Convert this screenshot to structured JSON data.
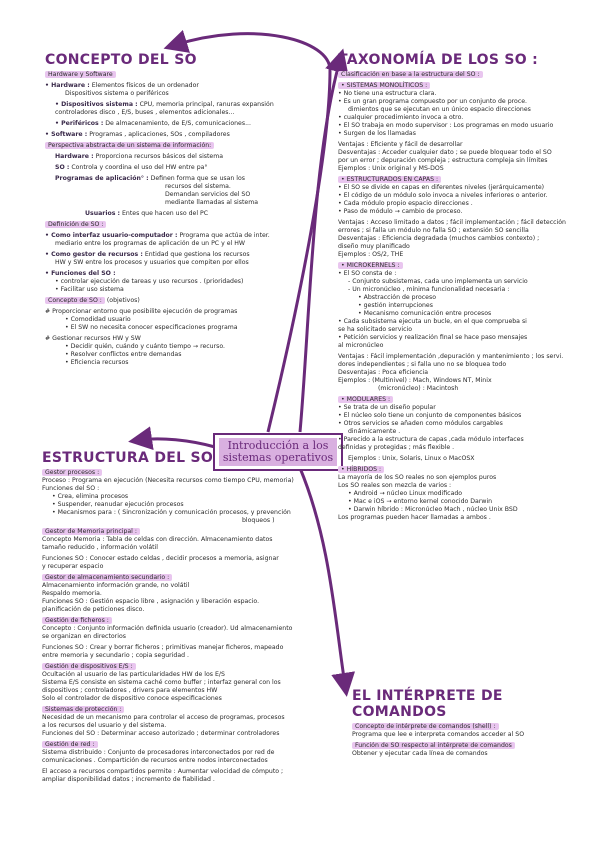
{
  "center": {
    "title_line1": "Introducción a los",
    "title_line2": "sistemas operativos"
  },
  "concepto": {
    "title": "CONCEPTO DEL SO",
    "hw_sw": "Hardware y Software",
    "hardware_label": "• Hardware :",
    "hardware_line1": "Elementos físicos de un ordenador",
    "hardware_line2": "Dispositivos sistema o periféricos",
    "disp_label": "• Dispositivos sistema :",
    "disp_line1": "CPU, memoria principal, ranuras expansión",
    "disp_line2": "controladores disco , E/S, buses , elementos adicionales...",
    "perif_label": "• Periféricos :",
    "perif_text": "De almacenamiento, de E/S, comunicaciones...",
    "software_label": "• Software :",
    "software_text": "Programas , aplicaciones, SOs , compiladores",
    "perspectiva": "Perspectiva abstracta de un sistema de información:",
    "hw_role_label": "Hardware :",
    "hw_role": "Proporciona recursos básicos del sistema",
    "so_role_label": "SO :",
    "so_role": "Controla y coordina el uso del HW entre pa°",
    "prog_label": "Programas de aplicación° :",
    "prog_line1": "Definen forma que se usan los",
    "prog_line2": "recursos del sistema.",
    "prog_line3": "Demandan servicios del SO",
    "prog_line4": "mediante llamadas al sistema",
    "users_label": "Usuarios :",
    "users_text": "Entes que hacen uso del PC",
    "def_title": "Definición de SO :",
    "def1_label": "• Como interfaz usuario-computador :",
    "def1_line1": "Programa que actúa de inter.",
    "def1_line2": "mediario entre los programas de aplicación de un PC y el HW",
    "def2_label": "• Como gestor de recursos :",
    "def2_line1": "Entidad que gestiona los recursos",
    "def2_line2": "HW y SW entre los procesos y usuarios que compiten por ellos",
    "func_label": "• Funciones del SO :",
    "func1": "• controlar ejecución de tareas y uso recursos . (prioridades)",
    "func2": "• Facilitar uso sistema",
    "concepto_label": "Concepto de SO :",
    "concepto_val": "(objetivos)",
    "obj1": "# Proporcionar entorno que posibilite ejecución de programas",
    "obj1a": "• Comodidad usuario",
    "obj1b": "• El SW no necesita conocer especificaciones programa",
    "obj2": "# Gestionar recursos HW y SW",
    "obj2a": "• Decidir quién, cuándo y cuánto tiempo → recurso.",
    "obj2b": "• Resolver conflictos entre demandas",
    "obj2c": "• Eficiencia recursos"
  },
  "estructura": {
    "title": "ESTRUCTURA DEL SO",
    "gp_title": "Gestor procesos :",
    "gp_line1": "Proceso : Programa en ejecución (Necesita recursos como tiempo CPU, memoria)",
    "gp_line2": "Funciones del SO :",
    "gp_f1": "• Crea, elimina procesos",
    "gp_f2": "• Suspender, reanudar ejecución procesos",
    "gp_f3": "• Mecanismos para : ( Sincronización y comunicación procesos, y prevención",
    "gp_f3b": "bloqueos )",
    "gm_title": "Gestor de Memoria principal :",
    "gm_line1": "Concepto Memoria : Tabla de celdas con dirección. Almacenamiento datos",
    "gm_line2": "tamaño reducido , información volátil",
    "gm_line3": "Funciones SO : Conocer estado celdas , decidir procesos a memoria, asignar",
    "gm_line4": "y recuperar espacio",
    "ga_title": "Gestor de almacenamiento secundario :",
    "ga_line1": "Almacenamiento información grande, no volátil",
    "ga_line2": "Respaldo memoria.",
    "ga_line3": "Funciones SO : Gestión espacio libre , asignación y liberación espacio.",
    "ga_line4": "planificación de peticiones disco.",
    "gf_title": "Gestión de ficheros :",
    "gf_line1": "Concepto : Conjunto información definida usuario (creador). Ud almacenamiento",
    "gf_line2": "se organizan en directorios",
    "gf_line3": "Funciones SO : Crear y borrar ficheros ; primitivas manejar ficheros, mapeado",
    "gf_line4": "entre memoria y secundario ; copia seguridad .",
    "gd_title": "Gestión de dispositivos E/S :",
    "gd_line1": "Ocultación al usuario de las particularidades HW de los E/S",
    "gd_line2": "Sistema E/S consiste en sistema caché como buffer ; interfaz general con los",
    "gd_line3": "dispositivos ; controladores , drivers para elementos HW",
    "gd_line4": "Solo el controlador de dispositivo conoce especificaciones",
    "gpr_title": "Sistemas de protección :",
    "gpr_line1": "Necesidad de un mecanismo para controlar el acceso de programas, procesos",
    "gpr_line2": "a los recursos del usuario y del sistema.",
    "gpr_line3": "Funciones del SO : Determinar acceso autorizado ; determinar controladores",
    "gr_title": "Gestión de red :",
    "gr_line1": "Sistema distribuido : Conjunto de procesadores interconectados por red de",
    "gr_line2": "comunicaciones . Compartición de recursos entre nodos interconectados",
    "gr_line3": "El acceso a recursos compartidos permite : Aumentar velocidad de cómputo ;",
    "gr_line4": "ampliar disponibilidad datos ; incremento de fiabilidad ."
  },
  "taxonomia": {
    "title": "TAXONOMÍA DE LOS SO :",
    "clas": "Clasificación en base a la estructura del SO :",
    "mono_title": "• SISTEMAS MONOLÍTICOS :",
    "mono1": "• No tiene una estructura clara.",
    "mono2": "• Es un gran programa compuesto por un conjunto de proce.",
    "mono2b": "dimientos que se ejecutan en un único espacio direcciones",
    "mono3": "• cualquier procedimiento invoca a otro.",
    "mono4": "• El SO trabaja en modo supervisor : Los programas en modo usuario",
    "mono5": "• Surgen de los llamadas",
    "mono_v": "Ventajas : Eficiente y fácil de desarrollar",
    "mono_d": "Desventajas : Acceder cualquier dato ; se puede bloquear todo el SO",
    "mono_d2": "por un error ; depuración compleja ; estructura compleja sin límites",
    "mono_e": "Ejemplos : Unix original y MS-DOS",
    "capas_title": "• ESTRUCTURADOS EN CAPAS :",
    "capas1": "• El SO se divide en capas en diferentes niveles (jerárquicamente)",
    "capas2": "• El código de un módulo solo invoca a niveles inferiores o anterior.",
    "capas3": "• Cada módulo propio espacio direcciones .",
    "capas4": "• Paso de módulo → cambio de proceso.",
    "capas_v": "Ventajas : Acceso limitado a datos ; fácil implementación ; fácil detección",
    "capas_v2": "errores ; si falla un módulo no falla SO ; extensión SO sencilla",
    "capas_d": "Desventajas : Eficiencia degradada (muchos cambios contexto) ;",
    "capas_d2": "diseño muy planificado",
    "capas_e": "Ejemplos : OS/2, THE",
    "micro_title": "• MICROKERNELS :",
    "micro1": "• El SO consta de :",
    "micro2": "- Conjunto subsistemas, cada uno implementa un servicio",
    "micro3": "- Un micronúcleo , mínima funcionalidad necesaria :",
    "micro3a": "• Abstracción de proceso",
    "micro3b": "• gestión interrupciones",
    "micro3c": "• Mecanismo comunicación entre procesos",
    "micro4": "• Cada subsistema ejecuta un bucle, en el que comprueba si",
    "micro4b": "se ha solicitado servicio",
    "micro5": "• Petición servicios y realización final se hace paso mensajes",
    "micro5b": "al micronúcleo",
    "micro_v": "Ventajas : Fácil implementación ,depuración y mantenimiento ; los servi.",
    "micro_v2": "dores independientes ; si falla uno no se bloquea todo",
    "micro_d": "Desventajas : Poca eficiencia",
    "micro_e": "Ejemplos : (Multinivel) : Mach, Windows NT, Minix",
    "micro_e2": "(micronúcleo) : Macintosh",
    "mod_title": "• MODULARES :",
    "mod1": "• Se trata de un diseño popular",
    "mod2": "• El núcleo solo tiene un conjunto de componentes básicos",
    "mod3": "• Otros servicios se añaden como módulos cargables",
    "mod3b": "dinámicamente .",
    "mod4": "• Parecido a la estructura de capas ,cada módulo interfaces",
    "mod4b": "definidas y protegidas ; más flexible .",
    "mod_e": "Ejemplos : Unix, Solaris, Linux o MacOSX",
    "hib_title": "• HÍBRIDOS :",
    "hib1": "La mayoría de los SO reales no son ejemplos puros",
    "hib2": "Los SO reales son mezcla de varios :",
    "hib3": "• Android → núcleo Linux modificado",
    "hib4": "• Mac e iOS → entorno kernel conocido Darwin",
    "hib5": "• Darwin híbrido : Micronúcleo Mach , núcleo Unix BSD",
    "hib6": "Los programas pueden hacer llamadas a ambos ."
  },
  "interprete": {
    "title": "EL INTÉRPRETE DE COMANDOS",
    "concepto_label": "Concepto de intérprete de comandos (shell) :",
    "concepto_text": "Programa que lee e interpreta comandos acceder al SO",
    "funcion_label": "Función de SO respecto al intérprete de comandos",
    "funcion_text": "Obtener y ejecutar cada línea de comandos"
  },
  "colors": {
    "accent": "#6a2a7a",
    "highlight": "#e9c6ef"
  }
}
